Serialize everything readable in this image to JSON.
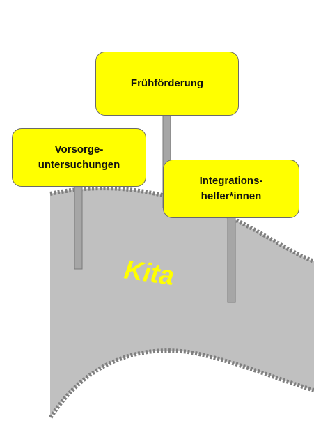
{
  "signs": {
    "fruehfoerderung": {
      "lines": [
        "Frühförderung"
      ]
    },
    "vorsorge": {
      "lines": [
        "Vorsorge-",
        "untersuchungen"
      ]
    },
    "integration": {
      "lines": [
        "Integrations-",
        "helfer*innen"
      ]
    }
  },
  "road": {
    "label": "Kita"
  },
  "colors": {
    "sign_fill": "#ffff00",
    "road_fill": "#c0c0c0",
    "road_edge": "#7f7f7f",
    "label": "#ffff00"
  }
}
